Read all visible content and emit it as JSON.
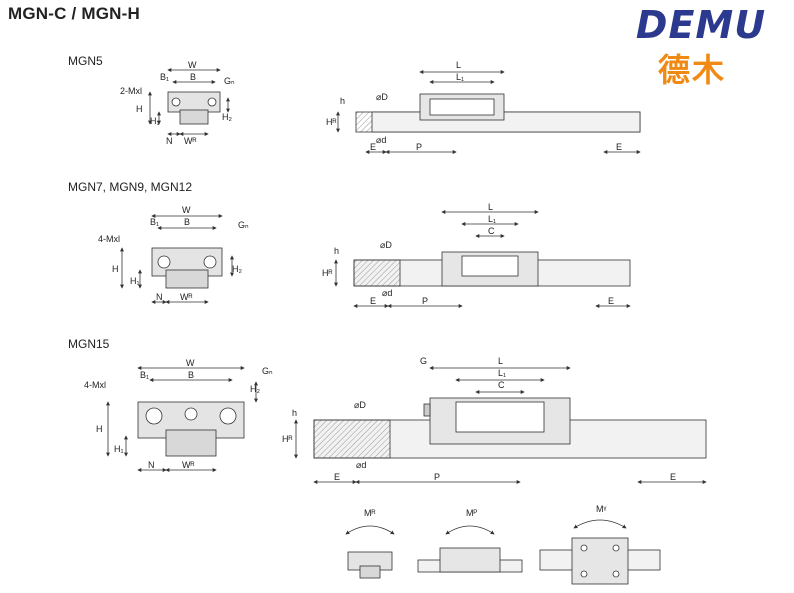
{
  "page": {
    "title": "MGN-C / MGN-H"
  },
  "logo": {
    "word": "DEMU",
    "chinese": "德木",
    "word_color": "#2b3a8f",
    "chinese_color": "#f08a14"
  },
  "sections": {
    "mgn5": {
      "label": "MGN5",
      "labels": {
        "W": "W",
        "B": "B",
        "B1": "B₁",
        "G": "Gₙ",
        "M": "2-Mxl",
        "H": "H",
        "H1": "H₁",
        "H2": "H₂",
        "N": "N",
        "WR": "Wᴿ",
        "L": "L",
        "L1": "L₁",
        "D": "⌀D",
        "h": "h",
        "HR": "Hᴿ",
        "d": "⌀d",
        "E": "E",
        "P": "P"
      }
    },
    "mgn7": {
      "label": "MGN7, MGN9, MGN12",
      "labels": {
        "W": "W",
        "B": "B",
        "B1": "B₁",
        "G": "Gₙ",
        "M": "4-Mxl",
        "H": "H",
        "H1": "H₁",
        "H2": "H₂",
        "N": "N",
        "WR": "Wᴿ",
        "L": "L",
        "L1": "L₁",
        "C": "C",
        "D": "⌀D",
        "h": "h",
        "HR": "Hᴿ",
        "d": "⌀d",
        "E": "E",
        "P": "P"
      }
    },
    "mgn15": {
      "label": "MGN15",
      "labels": {
        "W": "W",
        "B": "B",
        "B1": "B₁",
        "G": "Gₙ",
        "M": "4-Mxl",
        "H": "H",
        "H1": "H₁",
        "H2": "H₂",
        "N": "N",
        "WR": "Wᴿ",
        "L": "L",
        "L1": "L₁",
        "C": "C",
        "Gtop": "G",
        "D": "⌀D",
        "h": "h",
        "HR": "Hᴿ",
        "d": "⌀d",
        "E": "E",
        "P": "P"
      }
    },
    "moments": {
      "MR": "Mᴿ",
      "MP": "Mᴾ",
      "MY": "Mᵞ"
    }
  }
}
